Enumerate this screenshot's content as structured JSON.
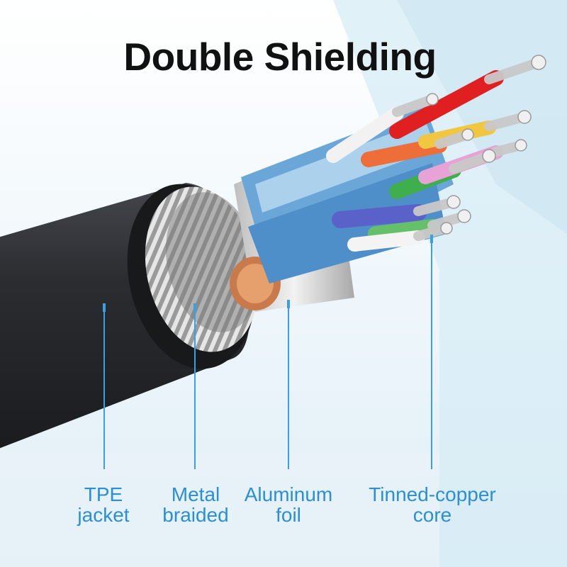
{
  "title": "Double Shielding",
  "colors": {
    "accent": "#3aa0e4",
    "label_text": "#2a8fd8",
    "jacket": "#2b2d31"
  },
  "labels": [
    {
      "line1": "TPE",
      "line2": "jacket"
    },
    {
      "line1": "Metal",
      "line2": "braided"
    },
    {
      "line1": "Aluminum",
      "line2": "foil"
    },
    {
      "line1": "Tinned-copper",
      "line2": "core"
    }
  ]
}
